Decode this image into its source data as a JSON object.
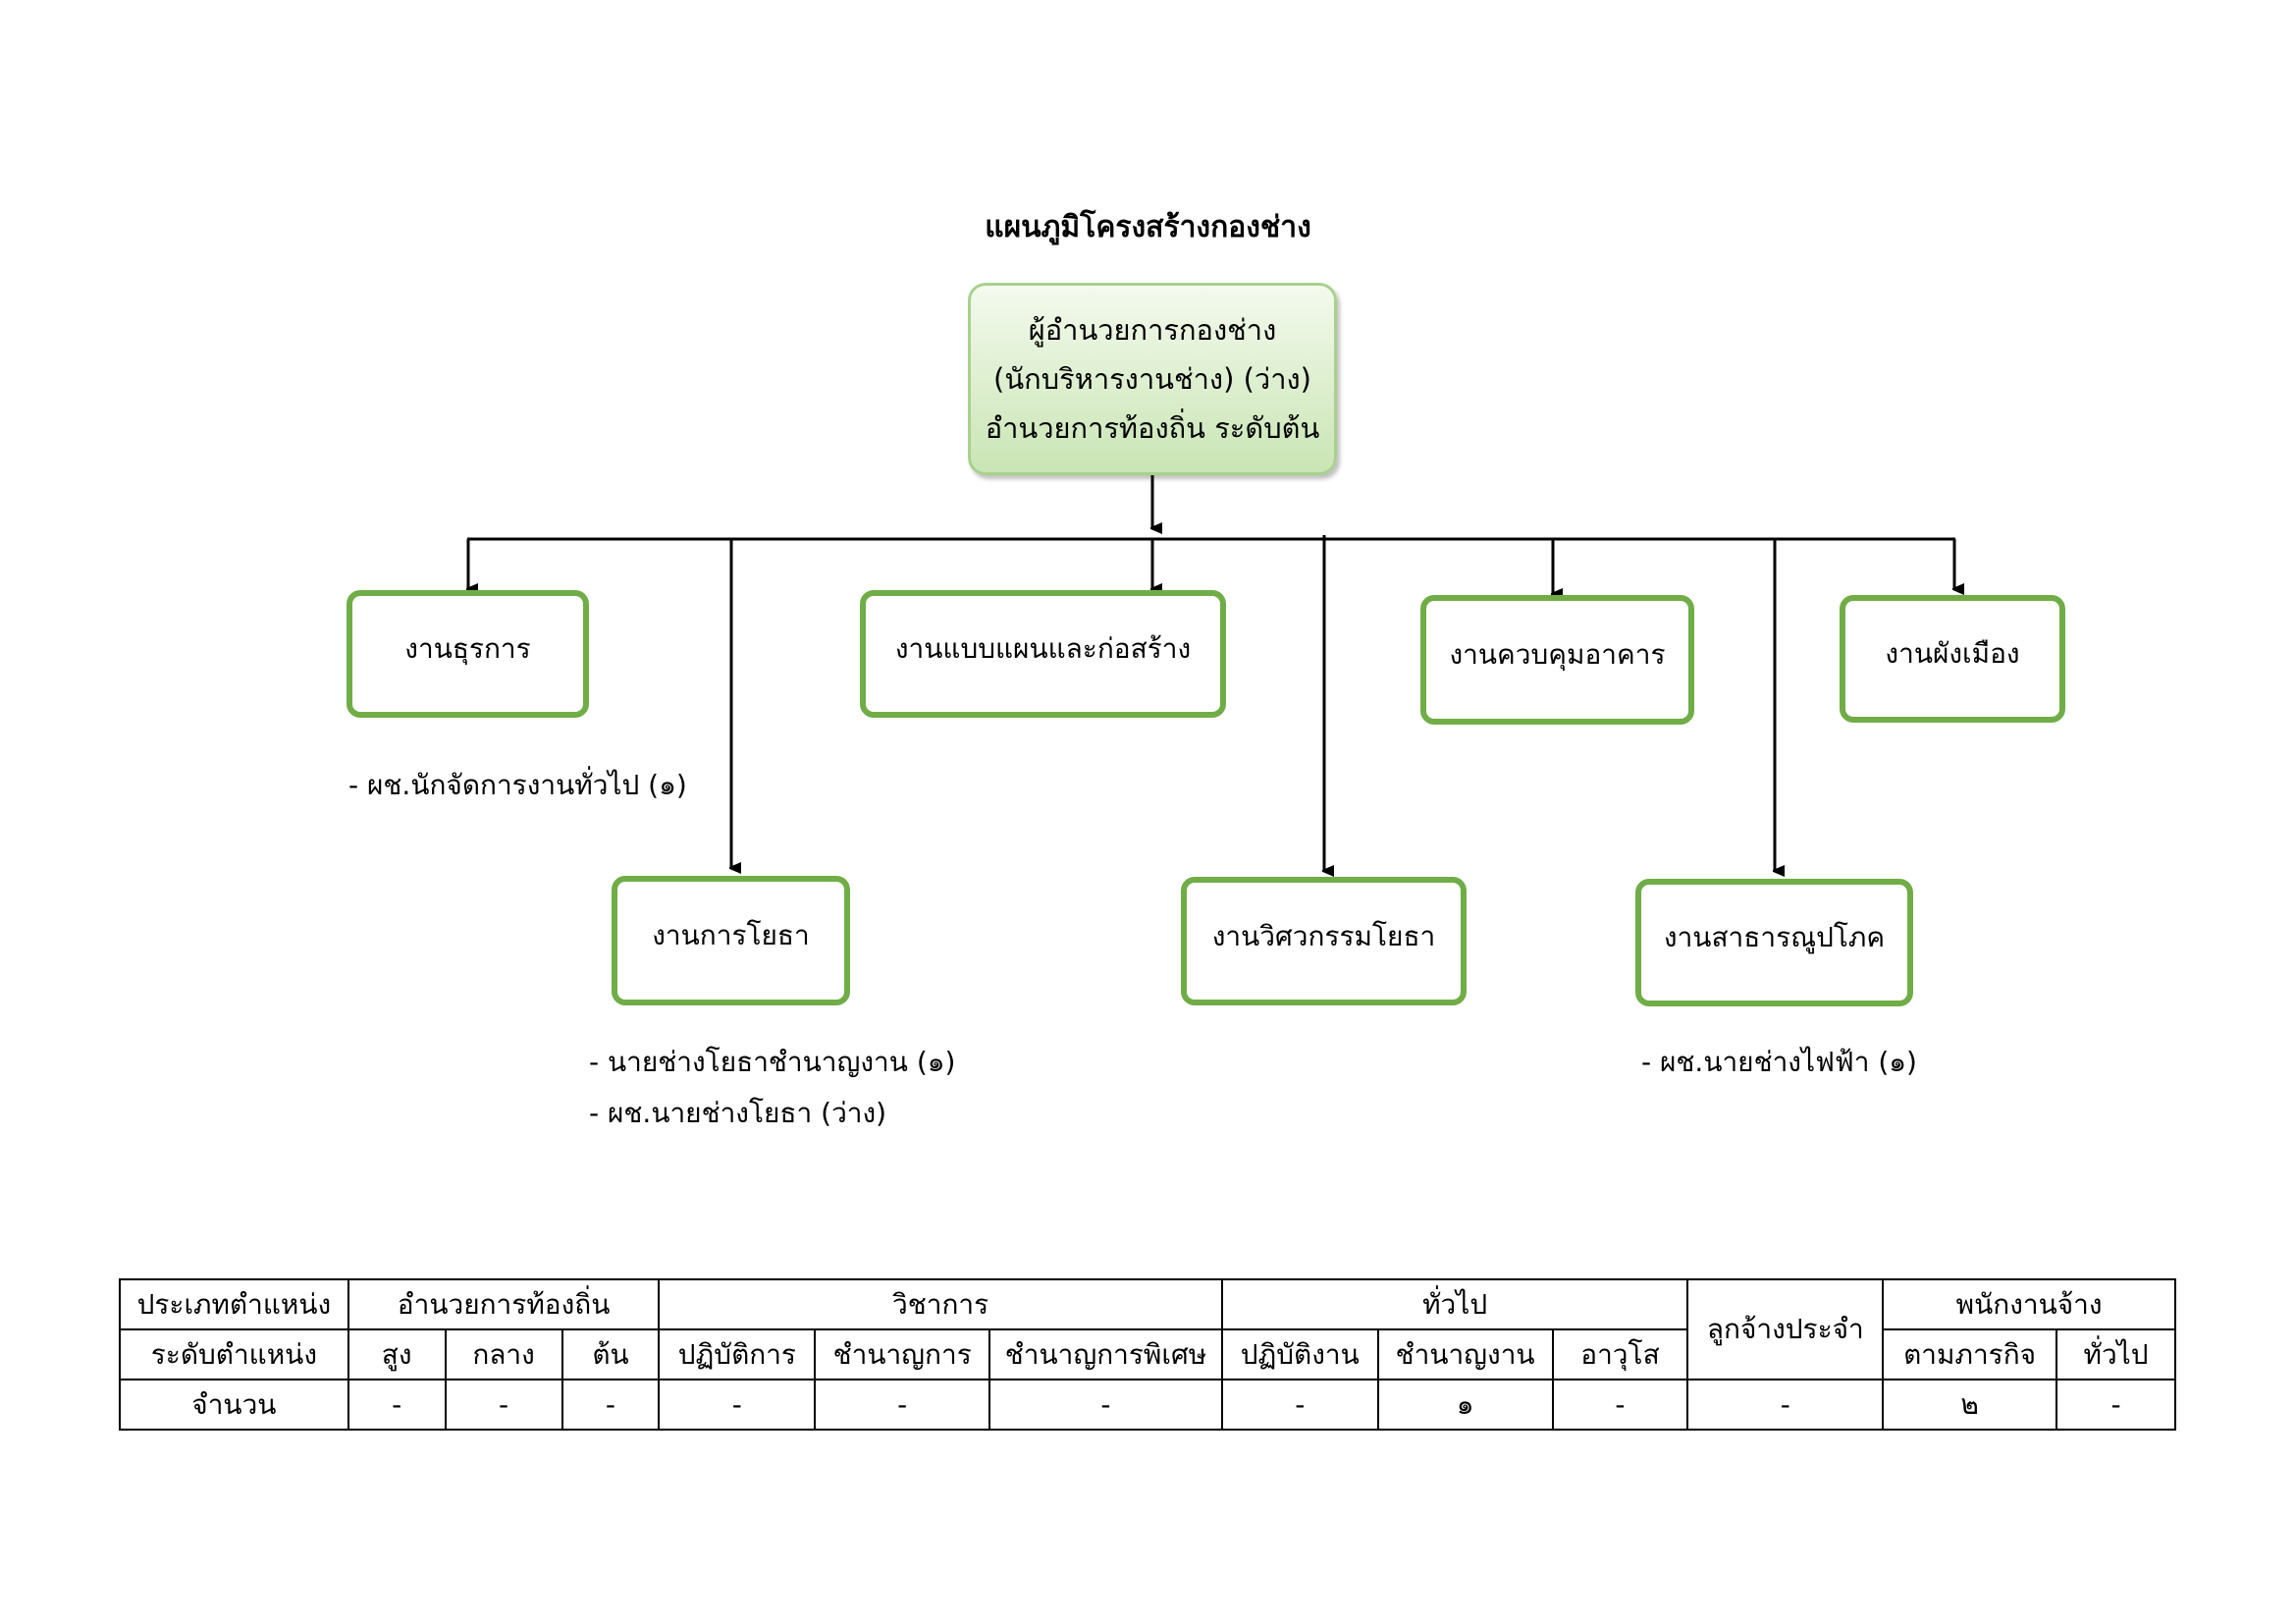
{
  "title": "แผนภูมิโครงสร้างกองช่าง",
  "head": {
    "line1": "ผู้อำนวยการกองช่าง",
    "line2": "(นักบริหารงานช่าง) (ว่าง)",
    "line3": "อำนวยการท้องถิ่น ระดับต้น"
  },
  "units": [
    "งานธุรการ",
    "งานการโยธา",
    "งานแบบแผนและก่อสร้าง",
    "งานวิศวกรรมโยธา",
    "งานควบคุมอาคาร",
    "งานสาธารณูปโภค",
    "งานผังเมือง"
  ],
  "notes": {
    "admin": "- ผช.นักจัดการงานทั่วไป (๑)",
    "civil_1": "- นายช่างโยธาชำนาญงาน (๑)",
    "civil_2": "- ผช.นายช่างโยธา (ว่าง)",
    "utility": "- ผช.นายช่างไฟฟ้า (๑)"
  },
  "table": {
    "row_type_label": "ประเภทตำแหน่ง",
    "row_level_label": "ระดับตำแหน่ง",
    "row_count_label": "จำนวน",
    "groups": [
      "อำนวยการท้องถิ่น",
      "วิชาการ",
      "ทั่วไป",
      "ลูกจ้างประจำ",
      "พนักงานจ้าง"
    ],
    "levels": [
      "สูง",
      "กลาง",
      "ต้น",
      "ปฏิบัติการ",
      "ชำนาญการ",
      "ชำนาญการพิเศษ",
      "ปฏิบัติงาน",
      "ชำนาญงาน",
      "อาวุโส",
      "ตามภารกิจ",
      "ทั่วไป"
    ],
    "counts": [
      "-",
      "-",
      "-",
      "-",
      "-",
      "-",
      "-",
      "๑",
      "-",
      "-",
      "๒",
      "-"
    ]
  }
}
